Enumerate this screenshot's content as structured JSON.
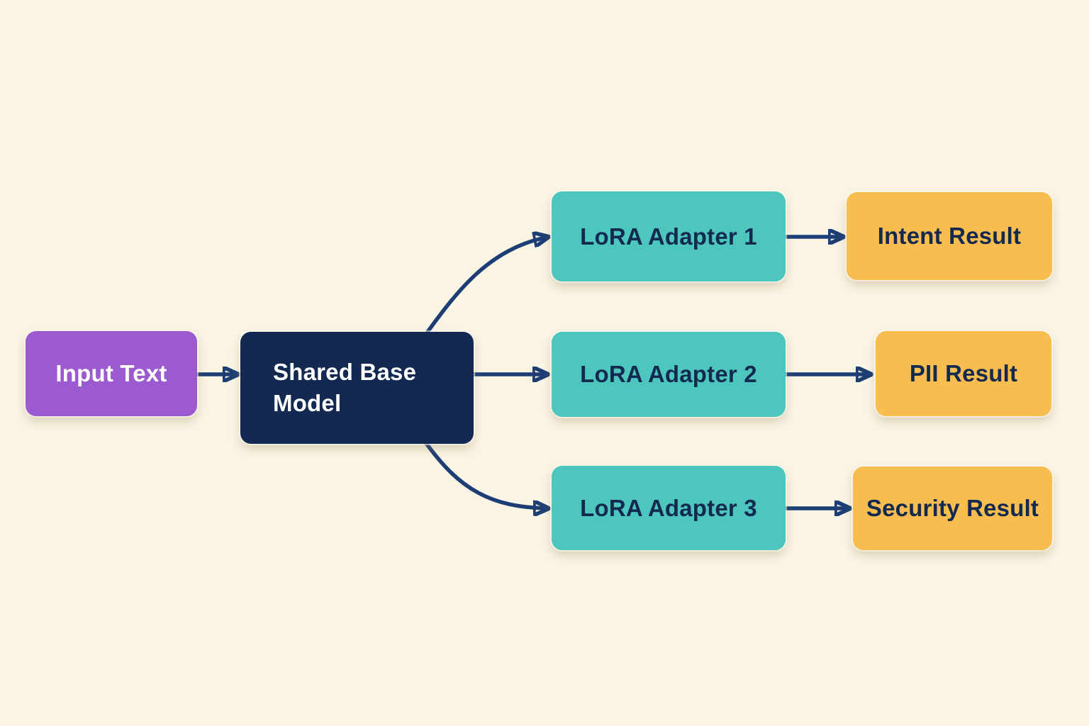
{
  "diagram": {
    "nodes": {
      "input": {
        "label": "Input Text"
      },
      "base": {
        "label": "Shared Base Model"
      },
      "adapter1": {
        "label": "LoRA Adapter 1"
      },
      "adapter2": {
        "label": "LoRA Adapter 2"
      },
      "adapter3": {
        "label": "LoRA Adapter 3"
      },
      "result_intent": {
        "label": "Intent Result"
      },
      "result_pii": {
        "label": "PII Result"
      },
      "result_security": {
        "label": "Security Result"
      }
    },
    "edges": [
      {
        "from": "input",
        "to": "base"
      },
      {
        "from": "base",
        "to": "adapter1"
      },
      {
        "from": "base",
        "to": "adapter2"
      },
      {
        "from": "base",
        "to": "adapter3"
      },
      {
        "from": "adapter1",
        "to": "result_intent"
      },
      {
        "from": "adapter2",
        "to": "result_pii"
      },
      {
        "from": "adapter3",
        "to": "result_security"
      }
    ],
    "colors": {
      "background": "#faf4e4",
      "purple": "#9c5ad0",
      "navy": "#132952",
      "teal": "#4dc6be",
      "yellow": "#f7bd4f",
      "arrow": "#1c3e74",
      "text_light": "#ffffff",
      "text_dark": "#14294f"
    }
  }
}
